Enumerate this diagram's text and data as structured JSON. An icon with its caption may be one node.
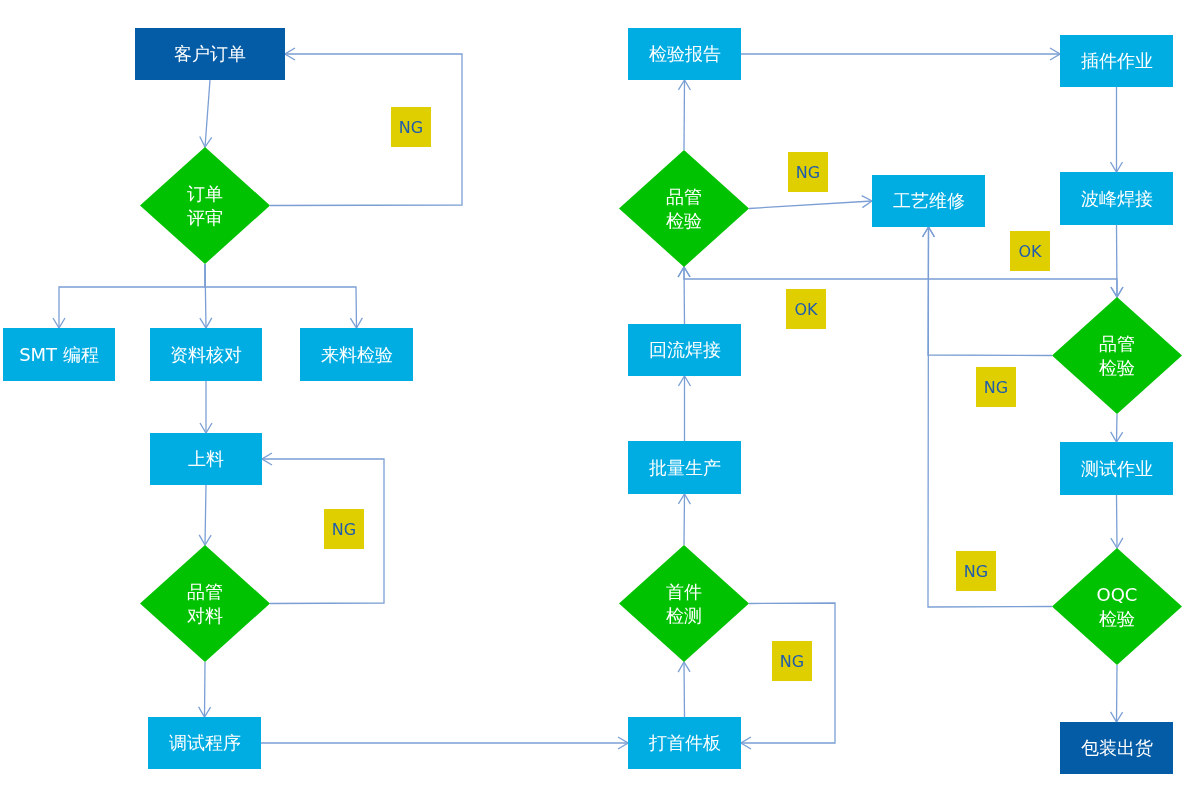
{
  "diagram": {
    "nodes": [
      {
        "text": [
          "客户订单"
        ]
      },
      {
        "text": [
          "订单评审"
        ]
      },
      {
        "text": [
          "SMT 编程"
        ]
      },
      {
        "text": [
          "资料核对"
        ]
      },
      {
        "text": [
          "来料检验"
        ]
      },
      {
        "text": [
          "上料"
        ]
      },
      {
        "text": [
          "品管对料"
        ]
      },
      {
        "text": [
          "调试程序"
        ]
      },
      {
        "text": [
          "打首件板"
        ]
      },
      {
        "text": [
          "首件检测"
        ]
      },
      {
        "text": [
          "批量生产"
        ]
      },
      {
        "text": [
          "回流焊接"
        ]
      },
      {
        "text": [
          "品管检验"
        ]
      },
      {
        "text": [
          "检验报告"
        ]
      },
      {
        "text": [
          "工艺维修"
        ]
      },
      {
        "text": [
          "插件作业"
        ]
      },
      {
        "text": [
          "波峰焊接"
        ]
      },
      {
        "text": [
          "品管检验"
        ]
      },
      {
        "text": [
          "测试作业"
        ]
      },
      {
        "text": [
          "OQC检验"
        ]
      },
      {
        "text": [
          "包装出货"
        ]
      }
    ],
    "edges": [
      {
        "from": 0,
        "to": 1,
        "arrow": "to"
      },
      {
        "from": 1,
        "to": 0,
        "arrow": "to"
      },
      {
        "from": 1,
        "to": 2,
        "arrow": "to"
      },
      {
        "from": 1,
        "to": 3,
        "arrow": "to"
      },
      {
        "from": 1,
        "to": 4,
        "arrow": "to"
      },
      {
        "from": 3,
        "to": 5,
        "arrow": "to"
      },
      {
        "from": 5,
        "to": 6,
        "arrow": "to"
      },
      {
        "from": 6,
        "to": 5,
        "arrow": "to"
      },
      {
        "from": 6,
        "to": 7,
        "arrow": "to"
      },
      {
        "from": 7,
        "to": 8,
        "arrow": "to"
      },
      {
        "from": 8,
        "to": 9,
        "arrow": "to"
      },
      {
        "from": 9,
        "to": 8,
        "arrow": "to"
      },
      {
        "from": 9,
        "to": 10,
        "arrow": "to"
      },
      {
        "from": 10,
        "to": 11,
        "arrow": "to"
      },
      {
        "from": 11,
        "to": 12,
        "arrow": "to"
      },
      {
        "from": 12,
        "to": 13,
        "arrow": "to"
      },
      {
        "from": 12,
        "to": 14,
        "arrow": "to"
      },
      {
        "from": 13,
        "to": 15,
        "arrow": "to"
      },
      {
        "from": 15,
        "to": 16,
        "arrow": "to"
      },
      {
        "from": 16,
        "to": 17,
        "arrow": "to"
      },
      {
        "from": 12,
        "to": 17,
        "arrow": "both"
      },
      {
        "from": 17,
        "to": 14,
        "arrow": "to"
      },
      {
        "from": 19,
        "to": 14,
        "arrow": "to"
      },
      {
        "from": 17,
        "to": 18,
        "arrow": "to"
      },
      {
        "from": 18,
        "to": 19,
        "arrow": "to"
      },
      {
        "from": 19,
        "to": 20,
        "arrow": "to"
      }
    ],
    "labels": [
      "NG",
      "NG",
      "OK",
      "OK",
      "NG",
      "NG",
      "NG",
      "NG"
    ]
  }
}
